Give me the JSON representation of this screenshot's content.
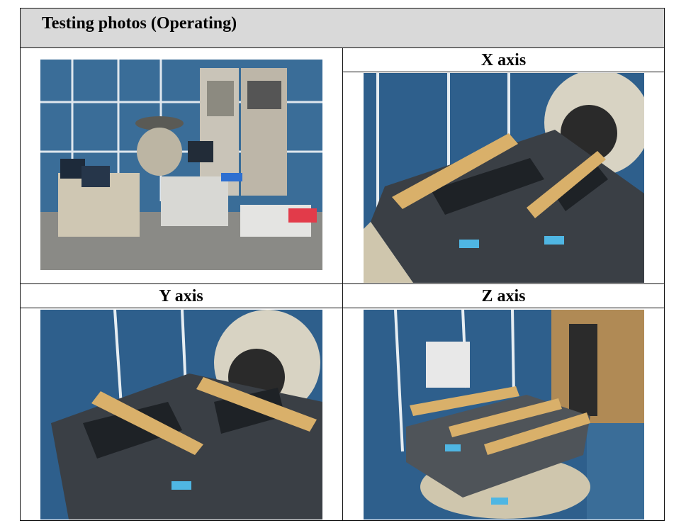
{
  "table": {
    "title": "Testing photos (Operating)",
    "labels": {
      "x_axis": "X axis",
      "y_axis": "Y axis",
      "z_axis": "Z axis"
    }
  },
  "colors": {
    "header_bg": "#d9d9d9",
    "wall_blue": "#2e5f8c",
    "wood": "#d9b06a",
    "plate": "#3a3f45"
  }
}
